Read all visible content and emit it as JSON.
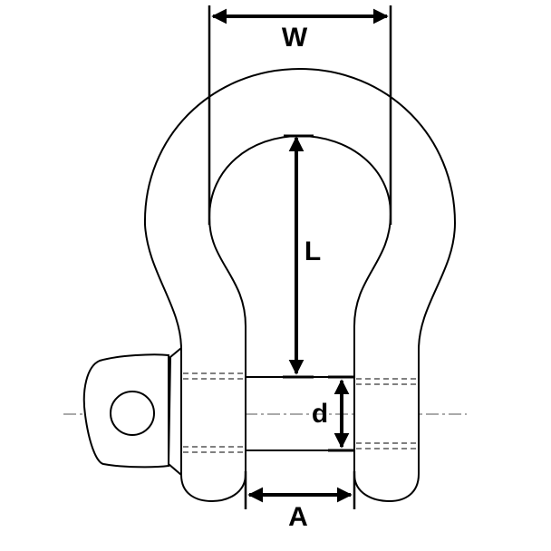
{
  "labels": {
    "width": "W",
    "length": "L",
    "diameter": "d",
    "opening": "A"
  },
  "colors": {
    "stroke": "#000000",
    "background": "#ffffff",
    "centerline": "#555555"
  },
  "icons": {
    "shackle": "bow-shackle-icon",
    "pin": "screw-pin-icon"
  }
}
